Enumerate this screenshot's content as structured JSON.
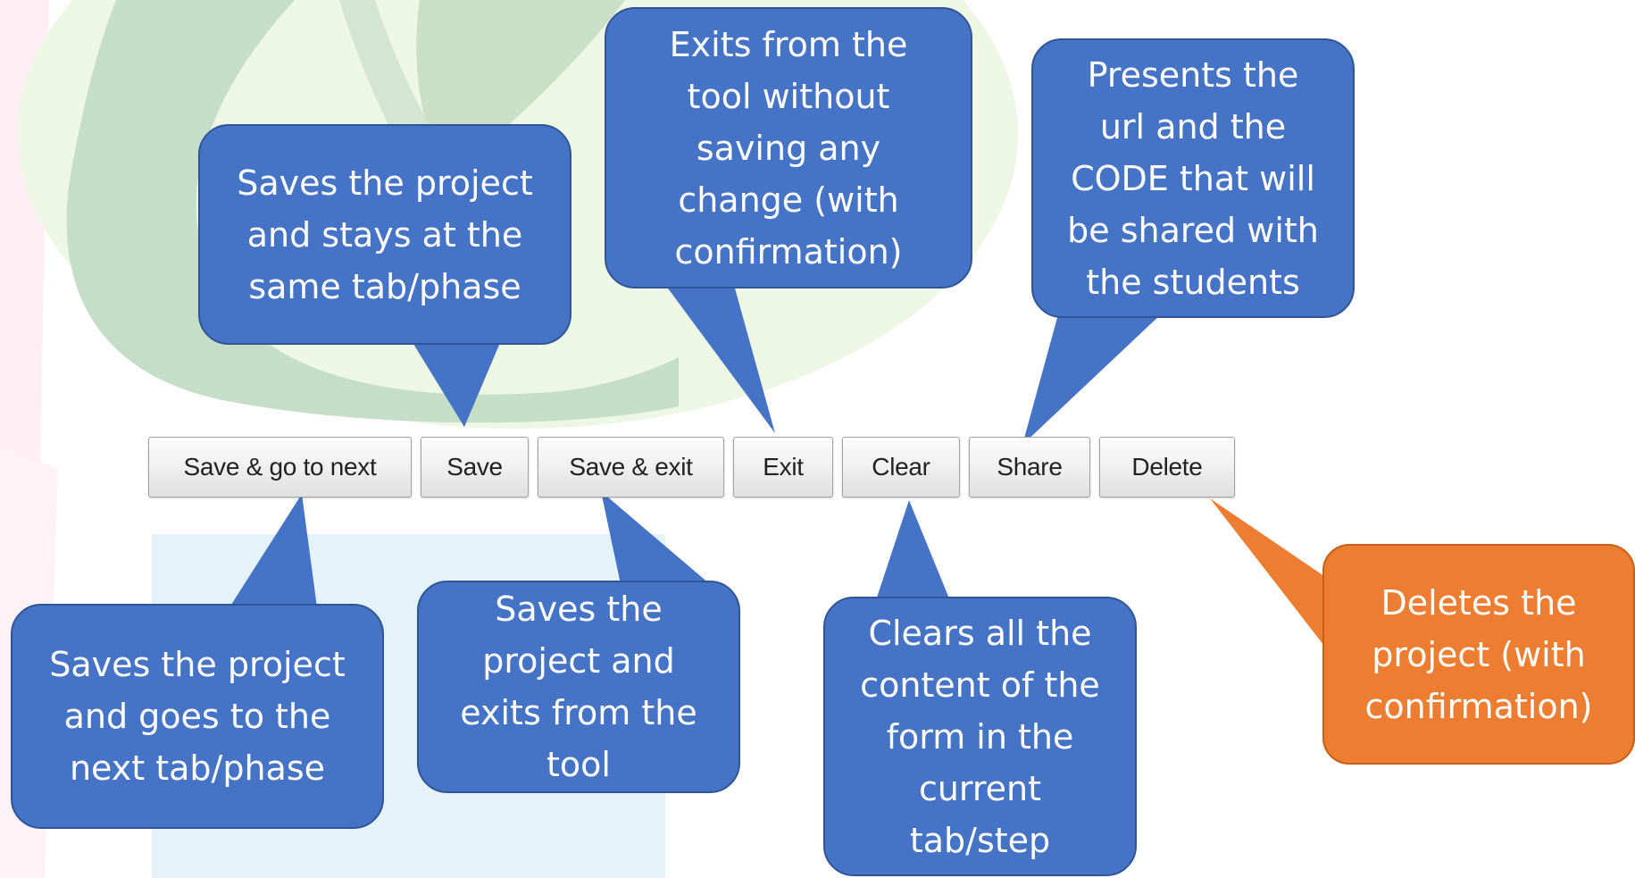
{
  "toolbar": {
    "buttons": [
      {
        "id": "save-next",
        "label": "Save & go to next"
      },
      {
        "id": "save",
        "label": "Save"
      },
      {
        "id": "save-exit",
        "label": "Save & exit"
      },
      {
        "id": "exit",
        "label": "Exit"
      },
      {
        "id": "clear",
        "label": "Clear"
      },
      {
        "id": "share",
        "label": "Share"
      },
      {
        "id": "delete",
        "label": "Delete"
      }
    ]
  },
  "callouts": {
    "save": "Saves the project\nand stays at the\nsame tab/phase",
    "exit": "Exits from the\ntool without\nsaving any\nchange (with\nconfirmation)",
    "share": "Presents the\nurl and the\nCODE that will\nbe shared with\nthe students",
    "save_next": "Saves the project\nand goes to the\nnext tab/phase",
    "save_exit": "Saves the\nproject and\nexits from the\ntool",
    "clear": "Clears all the\ncontent of the\nform in the\ncurrent\ntab/step",
    "delete": "Deletes the\nproject (with\nconfirmation)"
  },
  "colors": {
    "callout_blue": "#4573c5",
    "callout_orange": "#ed7d31",
    "button_face": "#efefef"
  }
}
